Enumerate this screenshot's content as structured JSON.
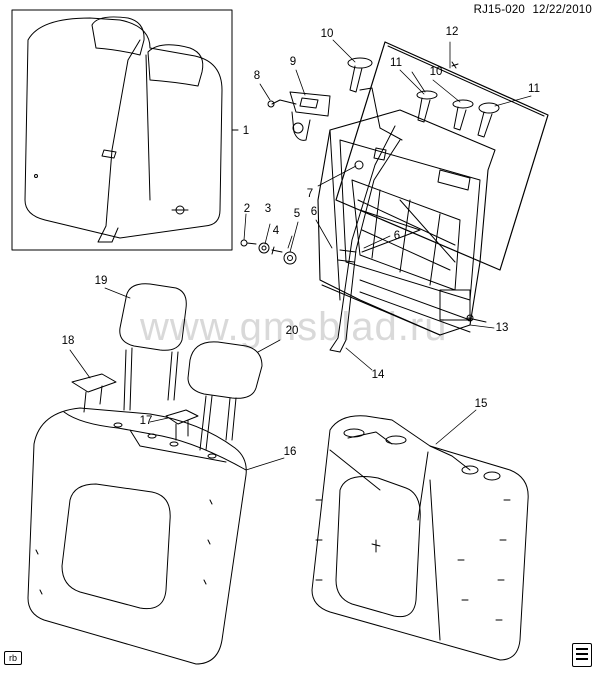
{
  "header": {
    "code": "RJ15-020",
    "date": "12/22/2010"
  },
  "watermark": "www.gmsblad.ru",
  "callouts": [
    "1",
    "2",
    "3",
    "4",
    "5",
    "6",
    "6",
    "7",
    "8",
    "9",
    "10",
    "10",
    "11",
    "11",
    "12",
    "13",
    "14",
    "15",
    "16",
    "17",
    "18",
    "19",
    "20"
  ],
  "corner_tag": "rb",
  "corner_icon": "document-icon"
}
